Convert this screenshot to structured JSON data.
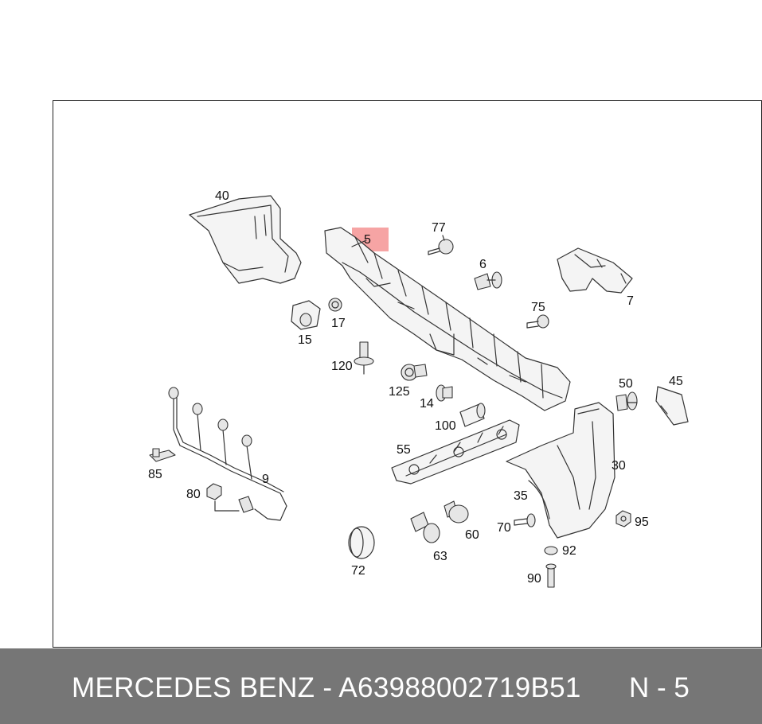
{
  "highlight_color": "#f59a9a",
  "footer_color": "#767676",
  "footer": {
    "title": "MERCEDES BENZ - A63988002719B51",
    "code": "N - 5"
  },
  "parts": [
    {
      "id": "p40",
      "label": "40"
    },
    {
      "id": "p5",
      "label": "5",
      "highlighted": true
    },
    {
      "id": "p77",
      "label": "77"
    },
    {
      "id": "p6",
      "label": "6"
    },
    {
      "id": "p7",
      "label": "7"
    },
    {
      "id": "p15",
      "label": "15"
    },
    {
      "id": "p17",
      "label": "17"
    },
    {
      "id": "p75",
      "label": "75"
    },
    {
      "id": "p120",
      "label": "120"
    },
    {
      "id": "p125",
      "label": "125"
    },
    {
      "id": "p14",
      "label": "14"
    },
    {
      "id": "p50",
      "label": "50"
    },
    {
      "id": "p45",
      "label": "45"
    },
    {
      "id": "p100",
      "label": "100"
    },
    {
      "id": "p55",
      "label": "55"
    },
    {
      "id": "p30",
      "label": "30"
    },
    {
      "id": "p85",
      "label": "85"
    },
    {
      "id": "p9",
      "label": "9"
    },
    {
      "id": "p80",
      "label": "80"
    },
    {
      "id": "p35",
      "label": "35"
    },
    {
      "id": "p60",
      "label": "60"
    },
    {
      "id": "p70",
      "label": "70"
    },
    {
      "id": "p95",
      "label": "95"
    },
    {
      "id": "p63",
      "label": "63"
    },
    {
      "id": "p92",
      "label": "92"
    },
    {
      "id": "p72",
      "label": "72"
    },
    {
      "id": "p90",
      "label": "90"
    }
  ]
}
